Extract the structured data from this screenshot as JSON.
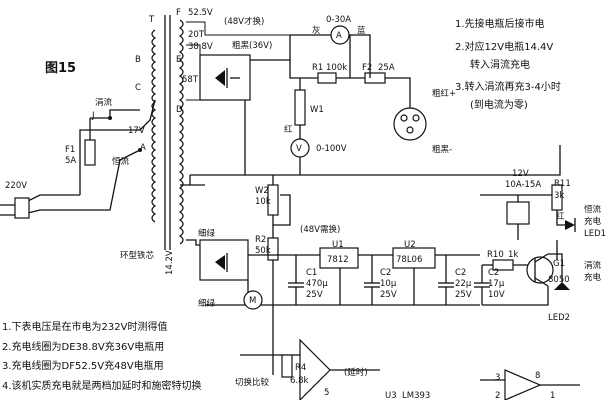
{
  "figure_label": "图15",
  "instructions": [
    "1.先接电瓶后接市电",
    "2.对应12V电瓶14.4V",
    "转入涓流充电",
    "3.转入涓流再充3-4小时",
    "(到电流为零)"
  ],
  "bottom_notes": [
    "1.下表电压是在市电为232V时测得值",
    "2.充电线圈为DE38.8V充36V电瓶用",
    "3.充电线圈为DF52.5V充48V电瓶用",
    "4.该机实质充电就是两档加延时和施密特切换"
  ],
  "transformer": {
    "pin_T": "T",
    "pin_F": "F",
    "v_52": "52.5V",
    "v_48_note": "(48V才换)",
    "turns_20": "20T",
    "v_38": "38.8V",
    "pin_E": "E",
    "turns_58": "58T",
    "pin_D": "D",
    "thick_black": "粗黑(36V)",
    "pin_B": "B",
    "pin_C": "C",
    "pin_A": "A",
    "v_17": "17V",
    "trickle": "涓流",
    "constant": "恒流",
    "pin_J": "J",
    "core": "环型铁芯"
  },
  "mains": {
    "voltage": "220V",
    "fuse_name": "F1",
    "fuse_rating": "5A"
  },
  "meters": {
    "ammeter_symbol": "A",
    "ammeter_range": "0-30A",
    "gray": "灰",
    "blue": "蓝",
    "red": "红",
    "voltmeter_symbol": "V",
    "voltmeter_range": "0-100V"
  },
  "components": {
    "R1": "R1",
    "R1_val": "100k",
    "F2": "F2",
    "F2_val": "25A",
    "W1": "W1",
    "thick_red": "粗红+",
    "thick_black_neg": "粗黑-",
    "W2": "W2",
    "W2_val": "10k",
    "need_change": "(48V需换)",
    "R2": "R2",
    "R2_val": "50k",
    "U1": "U1",
    "U1_part": "7812",
    "U2": "U2",
    "U2_part": "78L06",
    "C1": "C1",
    "C1_val": "470μ",
    "C1_v": "25V",
    "C2a": "C2",
    "C2a_val": "10μ",
    "C2a_v": "25V",
    "C2b": "C2",
    "C2b_val": "22μ",
    "C2b_v": "25V",
    "C2c": "C2",
    "C2c_val": "17μ",
    "C2c_v": "10V",
    "v14": "14.2V",
    "thin_green_1": "细绿",
    "thin_green_2": "细绿",
    "fan": "M",
    "relay_v": "12V",
    "relay_i": "10A-15A",
    "R11": "R11",
    "R11_val": "3k",
    "red_small": "红",
    "cc_led_1": "恒流",
    "cc_led_2": "充电",
    "LED1": "LED1",
    "R10": "R10",
    "R10_val": "1k",
    "G1": "G1",
    "G1_part": "8050",
    "tc_led_1": "涓流",
    "tc_led_2": "充电",
    "LED2": "LED2",
    "R4": "R4",
    "R4_val": "6.8k",
    "switch_cmp": "切换比较",
    "delay": "(延时)",
    "U3": "U3",
    "U3_part": "LM393",
    "pin_5": "5",
    "pin_3": "3",
    "pin_8": "8",
    "pin_2": "2",
    "pin_1": "1"
  }
}
